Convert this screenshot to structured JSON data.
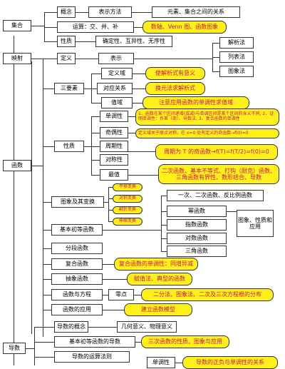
{
  "nodes": {
    "n_jihe": "集合",
    "n_gainian": "概念",
    "n_biaoshifangfa": "表示方法",
    "n_yuansu": "元素、集合之间的关系",
    "n_yunsuan": "运算：交、并、补",
    "n_shuzhou": "数轴、Venn 图、函数图象",
    "n_xingzhi1": "性质",
    "n_queding": "确定性、互异性、无序性",
    "n_yingshe": "映射",
    "n_dingyi": "定义",
    "n_biaoshi": "表示",
    "n_jiexi": "解析法",
    "n_liebiao": "列表法",
    "n_tuxiang": "图象法",
    "n_sanyaosu": "三要素",
    "n_dingyiyu": "定义域",
    "n_shijiexi": "使解析式有意义",
    "n_duiying": "对应关系",
    "n_huanyuan": "换元法求解析式",
    "n_zhiyu": "值域",
    "n_zhuyi": "注意应用函数的单调性求值域",
    "n_hanshu": "函数",
    "n_xingzhi2": "性质",
    "n_danzhao": "单调性",
    "n_danzhao_note": "1、函数在某个区间递增(或减)与单调区间是某个区间的含义不同; 2、证明单调性：作差（商）、导数法; 3、复合函数的单调性",
    "n_jiou": "奇偶性",
    "n_jiou_note": "定义域关于原点对称，在 x=0 处有定义的奇函数→f(0)=0",
    "n_zhouqi": "周期性",
    "n_zhouqi_note": "周期为 T 的奇函数→f(T)=f(T/2)=f(0)=0",
    "n_duichen": "对称性",
    "n_zuizhi": "最值",
    "n_zuizhi_note": "二次函数、基本不等式、打钩（耐克）函数、三角函数有界性、数形结合、导数",
    "n_tuxiangbh": "图象及其变换",
    "n_pingyi": "平移变换",
    "n_duichenbh": "对称变换",
    "n_fanzhe": "翻折变换",
    "n_shensuo": "伸缩变换",
    "n_yici": "一次、二次函数、反比例函数",
    "n_jiben": "基本初等函数",
    "n_mi": "幂函数",
    "n_zhishu": "指数函数",
    "n_duishu": "对数函数",
    "n_sanjiao": "三角函数",
    "n_tuxiangxz": "图象、性质和应用",
    "n_fenduan": "分段函数",
    "n_fuhe": "复合函数",
    "n_fuhe_note": "复合函数的单调性：同增异减",
    "n_chouxiang": "抽象函数",
    "n_chouxiang_note": "赋值法、典型的函数",
    "n_fangcheng": "函数与方程",
    "n_lingdian": "零点",
    "n_lingdian_note": "二分法、图象法、二次及三次方程根的分布",
    "n_yingyong": "函数的应用",
    "n_jianli": "建立函数模型",
    "n_daoshu": "导数",
    "n_daoshugn": "导数的概念",
    "n_jihe_yiyi": "几何意义、物理意义",
    "n_jiben_ds": "基本初等函数的导数",
    "n_erci_note": "三次函数的性质、图象与应用",
    "n_yunsuanfz": "导数的运算法则",
    "n_danzhao2": "单调性",
    "n_daoshu_note": "导数的正负与单调性的关系"
  }
}
